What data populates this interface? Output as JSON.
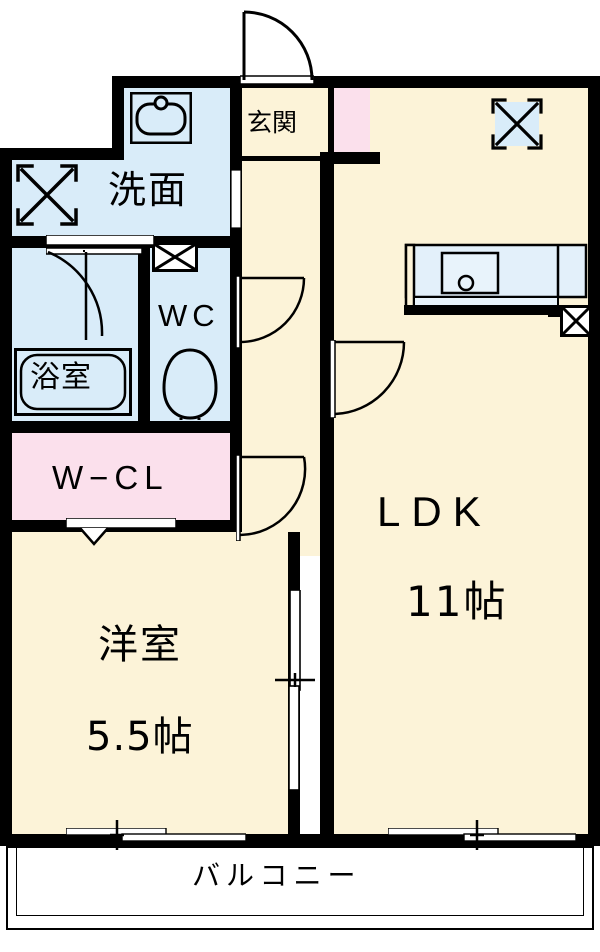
{
  "plan": {
    "type": "apartment-floor-plan",
    "layout_code": "1LDK",
    "rooms": [
      {
        "id": "genkan",
        "label": "玄関",
        "size": "",
        "fill": "#fcf3d8",
        "kind": "entrance"
      },
      {
        "id": "shoe-box",
        "label": "",
        "size": "",
        "fill": "#fbe0ec",
        "kind": "shoe-closet"
      },
      {
        "id": "senmen",
        "label": "洗面",
        "size": "",
        "fill": "#d9ecf9",
        "kind": "washroom"
      },
      {
        "id": "yokushitsu",
        "label": "浴室",
        "size": "",
        "fill": "#d9ecf9",
        "kind": "bathroom"
      },
      {
        "id": "wc",
        "label": "WC",
        "size": "",
        "fill": "#d9ecf9",
        "kind": "toilet"
      },
      {
        "id": "wcl",
        "label": "W−CL",
        "size": "",
        "fill": "#fbe0ec",
        "kind": "walk-in-closet"
      },
      {
        "id": "ldk",
        "label": "LDK",
        "size": "11帖",
        "fill": "#fcf3d8",
        "kind": "living-dining-kitchen"
      },
      {
        "id": "yoshitsu",
        "label": "洋室",
        "size": "5.5帖",
        "fill": "#fcf3d8",
        "kind": "western-room"
      },
      {
        "id": "balcony",
        "label": "バルコニー",
        "size": "",
        "fill": "#ffffff",
        "kind": "balcony"
      },
      {
        "id": "corridor",
        "label": "",
        "size": "",
        "fill": "#fcf3d8",
        "kind": "hallway"
      }
    ],
    "fixtures": [
      {
        "id": "washer-space-senmen",
        "icon": "washer-placement-icon",
        "room": "senmen"
      },
      {
        "id": "washer-space-ldk",
        "icon": "washer-placement-icon",
        "room": "ldk"
      },
      {
        "id": "vanity-sink",
        "icon": "sink-icon",
        "room": "senmen"
      },
      {
        "id": "bathtub",
        "icon": "bathtub-icon",
        "room": "yokushitsu"
      },
      {
        "id": "toilet",
        "icon": "toilet-icon",
        "room": "wc"
      },
      {
        "id": "kitchen-sink",
        "icon": "kitchen-sink-icon",
        "room": "ldk"
      },
      {
        "id": "vent-wc",
        "icon": "vent-icon",
        "room": "wc"
      },
      {
        "id": "vent-kitchen",
        "icon": "vent-icon",
        "room": "ldk"
      }
    ],
    "openings": [
      {
        "id": "front-door",
        "icon": "swing-door-icon",
        "swing": "out-up"
      },
      {
        "id": "bath-door",
        "icon": "swing-door-icon",
        "swing": "in-right"
      },
      {
        "id": "senmen-door",
        "icon": "swing-door-icon",
        "swing": "in-down"
      },
      {
        "id": "wc-door",
        "icon": "swing-door-icon",
        "swing": "in-down"
      },
      {
        "id": "ldk-door",
        "icon": "swing-door-icon",
        "swing": "in-right"
      },
      {
        "id": "yoshitsu-door",
        "icon": "swing-door-icon",
        "swing": "in-down"
      },
      {
        "id": "wcl-door",
        "icon": "folding-door-icon",
        "swing": ""
      },
      {
        "id": "ldk-sliding-door",
        "icon": "sliding-door-icon",
        "swing": ""
      },
      {
        "id": "balcony-window-left",
        "icon": "sliding-window-icon",
        "swing": ""
      },
      {
        "id": "balcony-window-right",
        "icon": "sliding-window-icon",
        "swing": ""
      }
    ]
  },
  "colors": {
    "wall": "#000000",
    "tatami": "#fcf3d8",
    "water": "#d9ecf9",
    "closet": "#fbe0ec",
    "balcony": "#ffffff"
  }
}
